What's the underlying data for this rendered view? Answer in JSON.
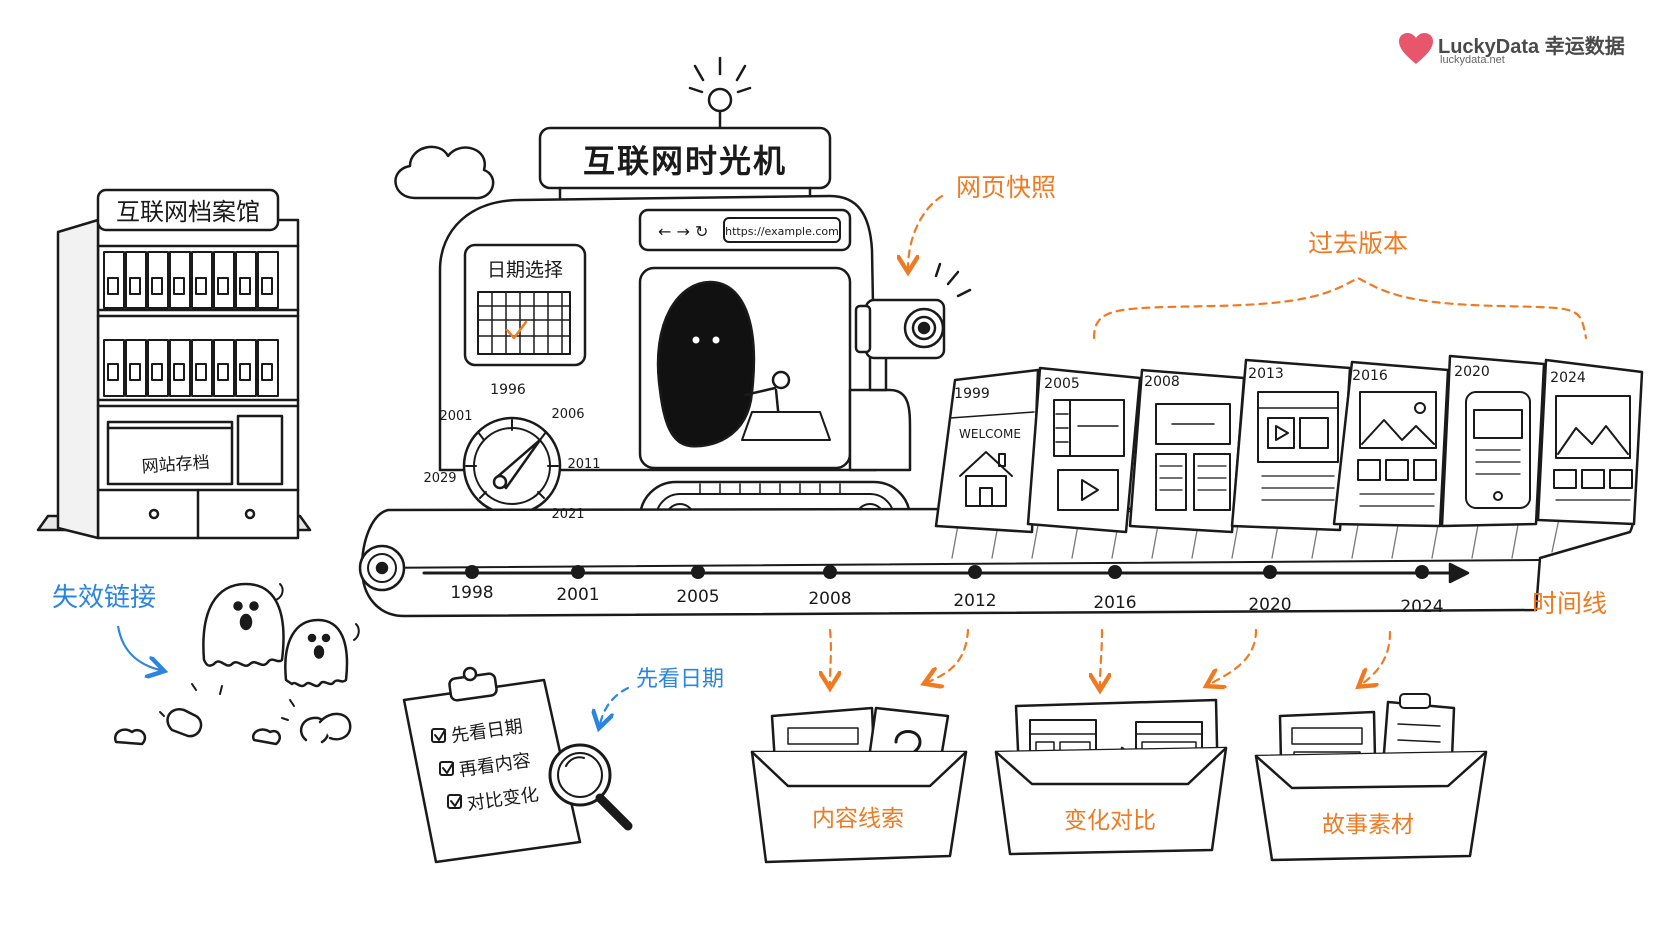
{
  "brand": {
    "name": "LuckyData 幸运数据",
    "url": "luckydata.net",
    "heart_color": "#e8566c"
  },
  "colors": {
    "ink": "#1a1a1a",
    "orange": "#f07a22",
    "blue": "#2a85e0"
  },
  "archive": {
    "title": "互联网档案馆",
    "box_label": "网站存档"
  },
  "machine": {
    "sign": "互联网时光机",
    "date_picker_label": "日期选择",
    "browser_url": "https://example.com",
    "dial_labels": [
      "1996",
      "2001",
      "2006",
      "2011",
      "2021",
      "2029"
    ]
  },
  "callouts": {
    "snapshot": "网页快照",
    "past_versions": "过去版本",
    "timeline": "时间线",
    "broken_links": "失效链接",
    "check_date": "先看日期"
  },
  "snapshots": [
    {
      "year": "1999",
      "caption": "WELCOME"
    },
    {
      "year": "2005"
    },
    {
      "year": "2008"
    },
    {
      "year": "2013"
    },
    {
      "year": "2016"
    },
    {
      "year": "2020"
    },
    {
      "year": "2024"
    }
  ],
  "timeline_years": [
    "1998",
    "2001",
    "2005",
    "2008",
    "2012",
    "2016",
    "2020",
    "2024"
  ],
  "checklist": [
    "先看日期",
    "再看内容",
    "对比变化"
  ],
  "boxes": [
    {
      "label": "内容线索"
    },
    {
      "label": "变化对比"
    },
    {
      "label": "故事素材"
    }
  ]
}
